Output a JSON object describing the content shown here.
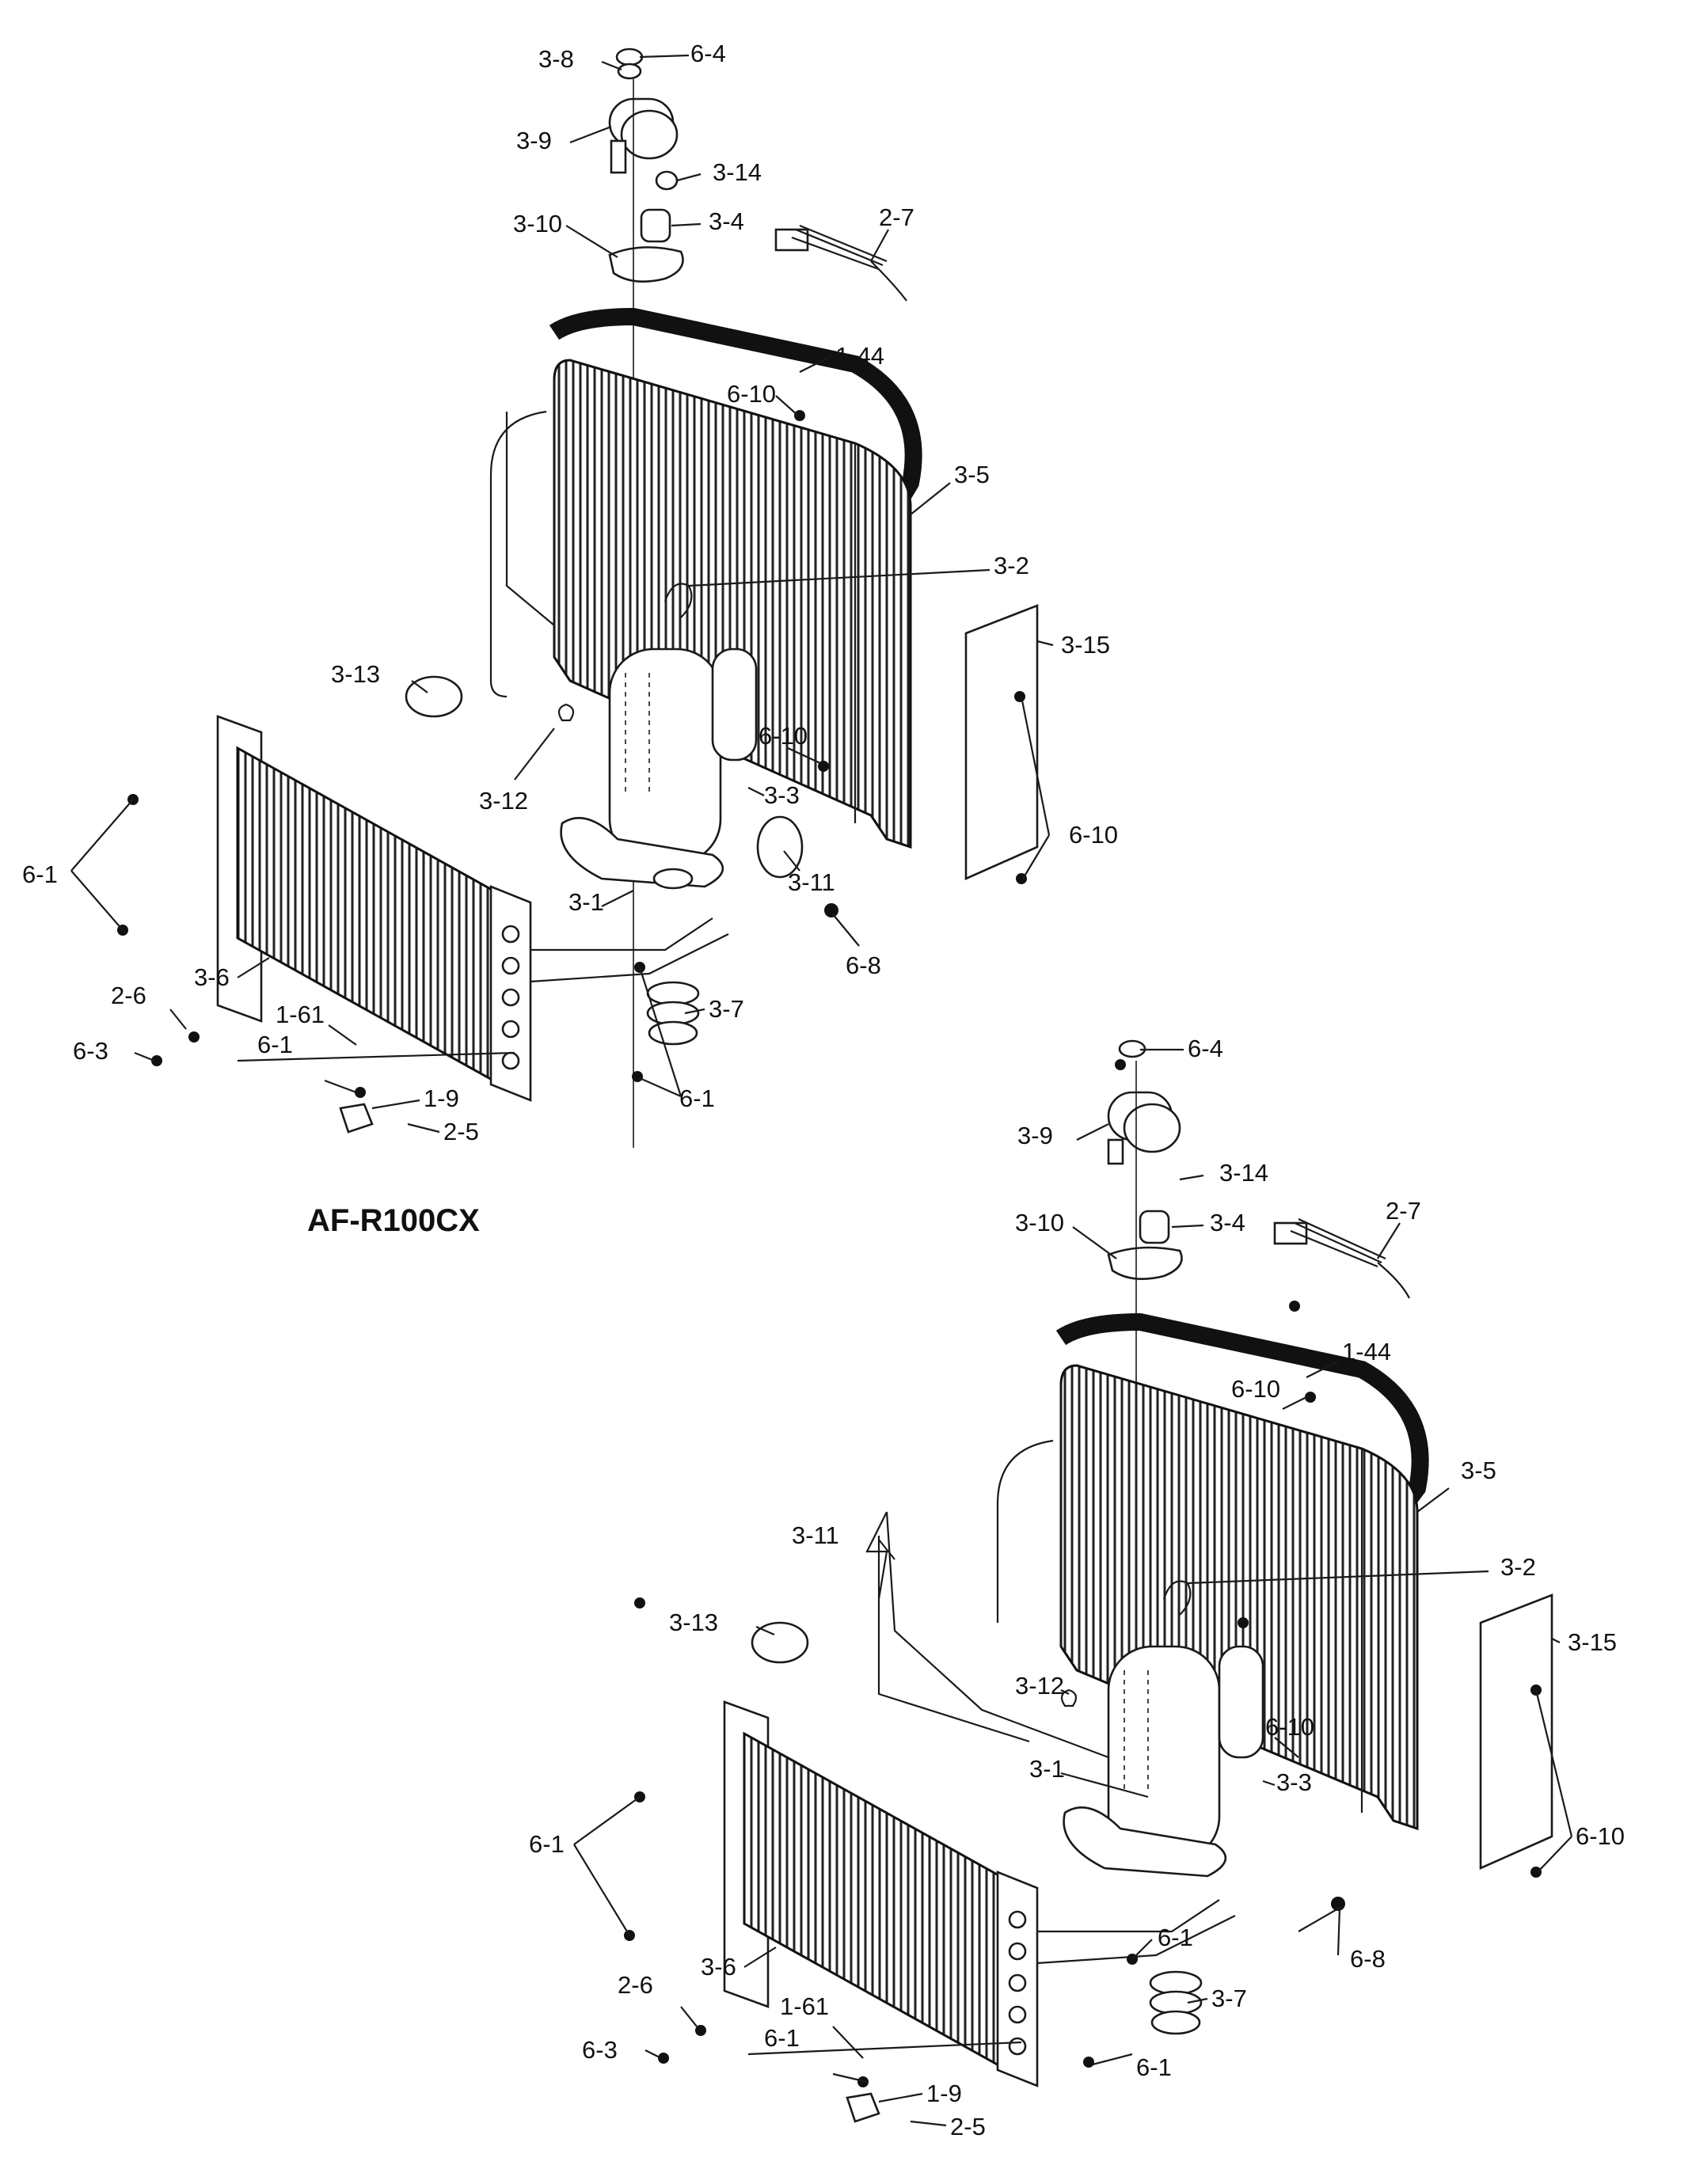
{
  "title": "AF-R100CX",
  "upper_labels": {
    "p3_8": "3-8",
    "p6_4": "6-4",
    "p3_9": "3-9",
    "p3_14": "3-14",
    "p3_10": "3-10",
    "p3_4": "3-4",
    "p2_7": "2-7",
    "p1_44": "1-44",
    "p6_10a": "6-10",
    "p3_5": "3-5",
    "p3_2": "3-2",
    "p3_15": "3-15",
    "p3_13": "3-13",
    "p3_12": "3-12",
    "p6_10b": "6-10",
    "p3_3": "3-3",
    "p6_10c": "6-10",
    "p6_1a": "6-1",
    "p3_11": "3-11",
    "p3_1": "3-1",
    "p6_8": "6-8",
    "p3_6": "3-6",
    "p2_6": "2-6",
    "p1_61": "1-61",
    "p3_7": "3-7",
    "p6_3": "6-3",
    "p6_1b": "6-1",
    "p1_9": "1-9",
    "p6_1c": "6-1",
    "p2_5": "2-5"
  },
  "lower_labels": {
    "p6_4": "6-4",
    "p3_9": "3-9",
    "p3_14": "3-14",
    "p3_10": "3-10",
    "p3_4": "3-4",
    "p2_7": "2-7",
    "p1_44": "1-44",
    "p6_10a": "6-10",
    "p3_5": "3-5",
    "p3_11": "3-11",
    "p3_2": "3-2",
    "p3_13": "3-13",
    "p3_15": "3-15",
    "p3_12": "3-12",
    "p6_10b": "6-10",
    "p3_1": "3-1",
    "p3_3": "3-3",
    "p6_1a": "6-1",
    "p6_10c": "6-10",
    "p6_8": "6-8",
    "p6_1b": "6-1",
    "p3_6": "3-6",
    "p3_7": "3-7",
    "p2_6": "2-6",
    "p1_61": "1-61",
    "p6_3": "6-3",
    "p6_1c": "6-1",
    "p6_1d": "6-1",
    "p1_9": "1-9",
    "p2_5": "2-5"
  }
}
